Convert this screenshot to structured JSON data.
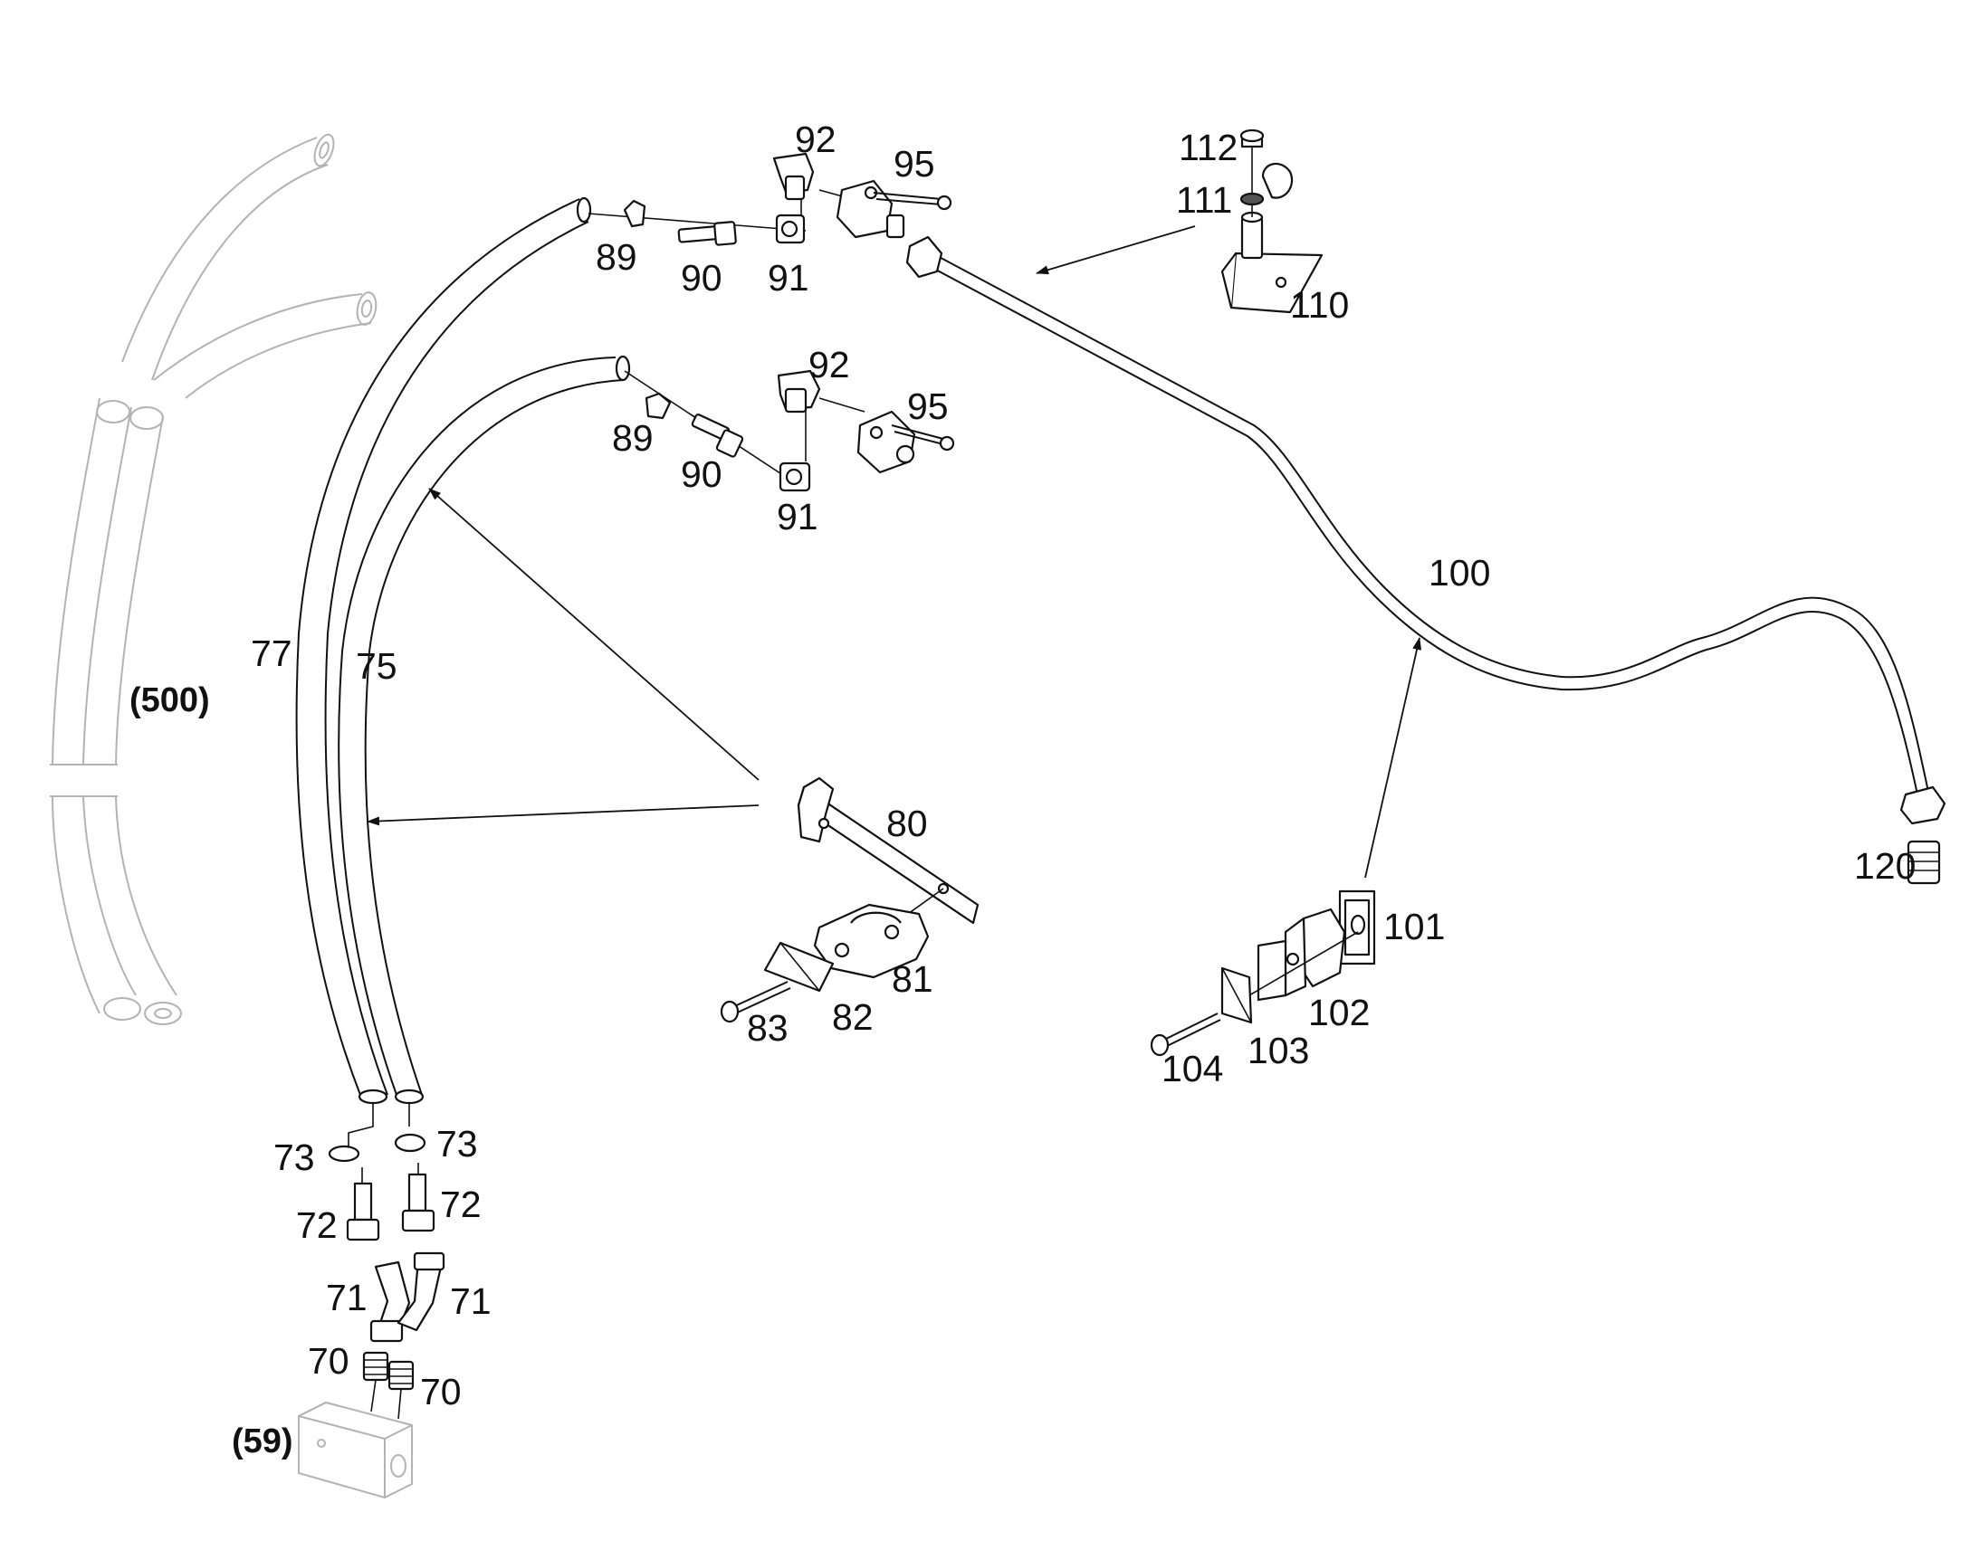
{
  "labels": {
    "p70a": "70",
    "p70b": "70",
    "p71a": "71",
    "p71b": "71",
    "p72a": "72",
    "p72b": "72",
    "p73a": "73",
    "p73b": "73",
    "p75": "75",
    "p77": "77",
    "p80": "80",
    "p81": "81",
    "p82": "82",
    "p83": "83",
    "p89a": "89",
    "p89b": "89",
    "p90a": "90",
    "p90b": "90",
    "p91a": "91",
    "p91b": "91",
    "p92a": "92",
    "p92b": "92",
    "p95a": "95",
    "p95b": "95",
    "p100": "100",
    "p101": "101",
    "p102": "102",
    "p103": "103",
    "p104": "104",
    "p110": "110",
    "p111": "111",
    "p112": "112",
    "p120": "120",
    "p59": "(59)",
    "p500": "(500)"
  },
  "colors": {
    "line": "#111111",
    "ghost": "#b3b3b3",
    "background": "#ffffff"
  }
}
